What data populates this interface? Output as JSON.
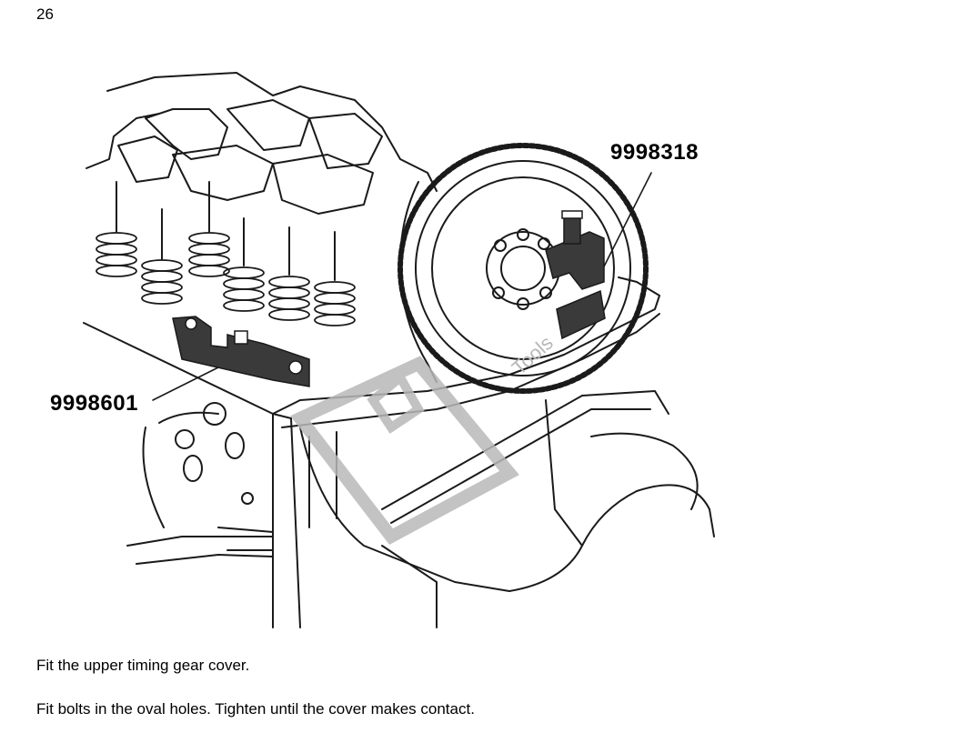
{
  "page": {
    "number": "26"
  },
  "figure": {
    "parts": [
      {
        "id": "9998318",
        "label": "9998318"
      },
      {
        "id": "9998601",
        "label": "9998601"
      }
    ],
    "watermark": {
      "text": "Tools"
    }
  },
  "instructions": [
    "Fit the upper timing gear cover.",
    "Fit bolts in the oval holes. Tighten until the cover makes contact."
  ],
  "colors": {
    "line": "#1a1a1a",
    "watermark": "#b8b8b8",
    "tool_fill": "#3a3a3a"
  }
}
